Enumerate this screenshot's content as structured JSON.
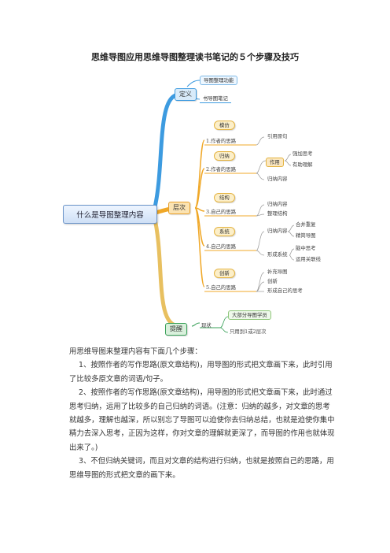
{
  "title": "思维导图应用思维导图整理读书笔记的５个步骤及技巧",
  "mindmap": {
    "central": "什么是导图整理内容",
    "definition": {
      "label": "定义",
      "items": [
        "导图整理功能",
        "书导图笔记"
      ]
    },
    "levels": {
      "label": "层次",
      "steps": [
        {
          "tag": "模仿",
          "label": "1.作者的思路",
          "items": [
            "引用原句"
          ]
        },
        {
          "tag": "归纳",
          "label": "2.作者的思路",
          "items": [
            "作用",
            "强加思考",
            "有助理解",
            "归纳内容"
          ]
        },
        {
          "tag": "结构",
          "label": "3.自己的思路",
          "items": [
            "归纳内容",
            "整理结构"
          ]
        },
        {
          "tag": "系统",
          "label": "4.自己的思路",
          "items": [
            "归纳内容",
            "合并重复",
            "精简导图",
            "形成系统",
            "脑中思考",
            "运用关联线"
          ]
        },
        {
          "tag": "创新",
          "label": "5.自己的思路",
          "items": [
            "补充导图",
            "创新",
            "形成自己的思考"
          ]
        }
      ]
    },
    "reminder": {
      "label": "提醒",
      "items": [
        "现状",
        "大部分导图学员",
        "只用到1或2层次"
      ]
    }
  },
  "paragraphs": [
    "用思维导图来整理内容有下面几个步骤：",
    "1、按照作者的写作思路(原文章结构)，用导图的形式把文章画下来，此时引用了比较多原文章的词语/句子。",
    "2、按照作者的写作思路(原文章结构)，用导图的形式把文章画下来，此时通过思考归纳，运用了比较多的自己归纳的词语。(注意：归纳的越多，对文章的思考就越多，理解也越深，所以别忘了导图可以迫使你去归纳总结，也就是迫使你集中精力去深入思考，正因为这样，你对文章的理解就更深了，而导图的作用也就体现出来了。)",
    "3、不但归纳关键词，而且对文章的结构进行归纳，也就是按照自己的思路，用思维导图的形式把文章的画下来。"
  ],
  "colors": {
    "definition": "#2f8fd0",
    "levels": "#f0a020",
    "reminder": "#3aa15a",
    "central": "#6b94c9"
  }
}
